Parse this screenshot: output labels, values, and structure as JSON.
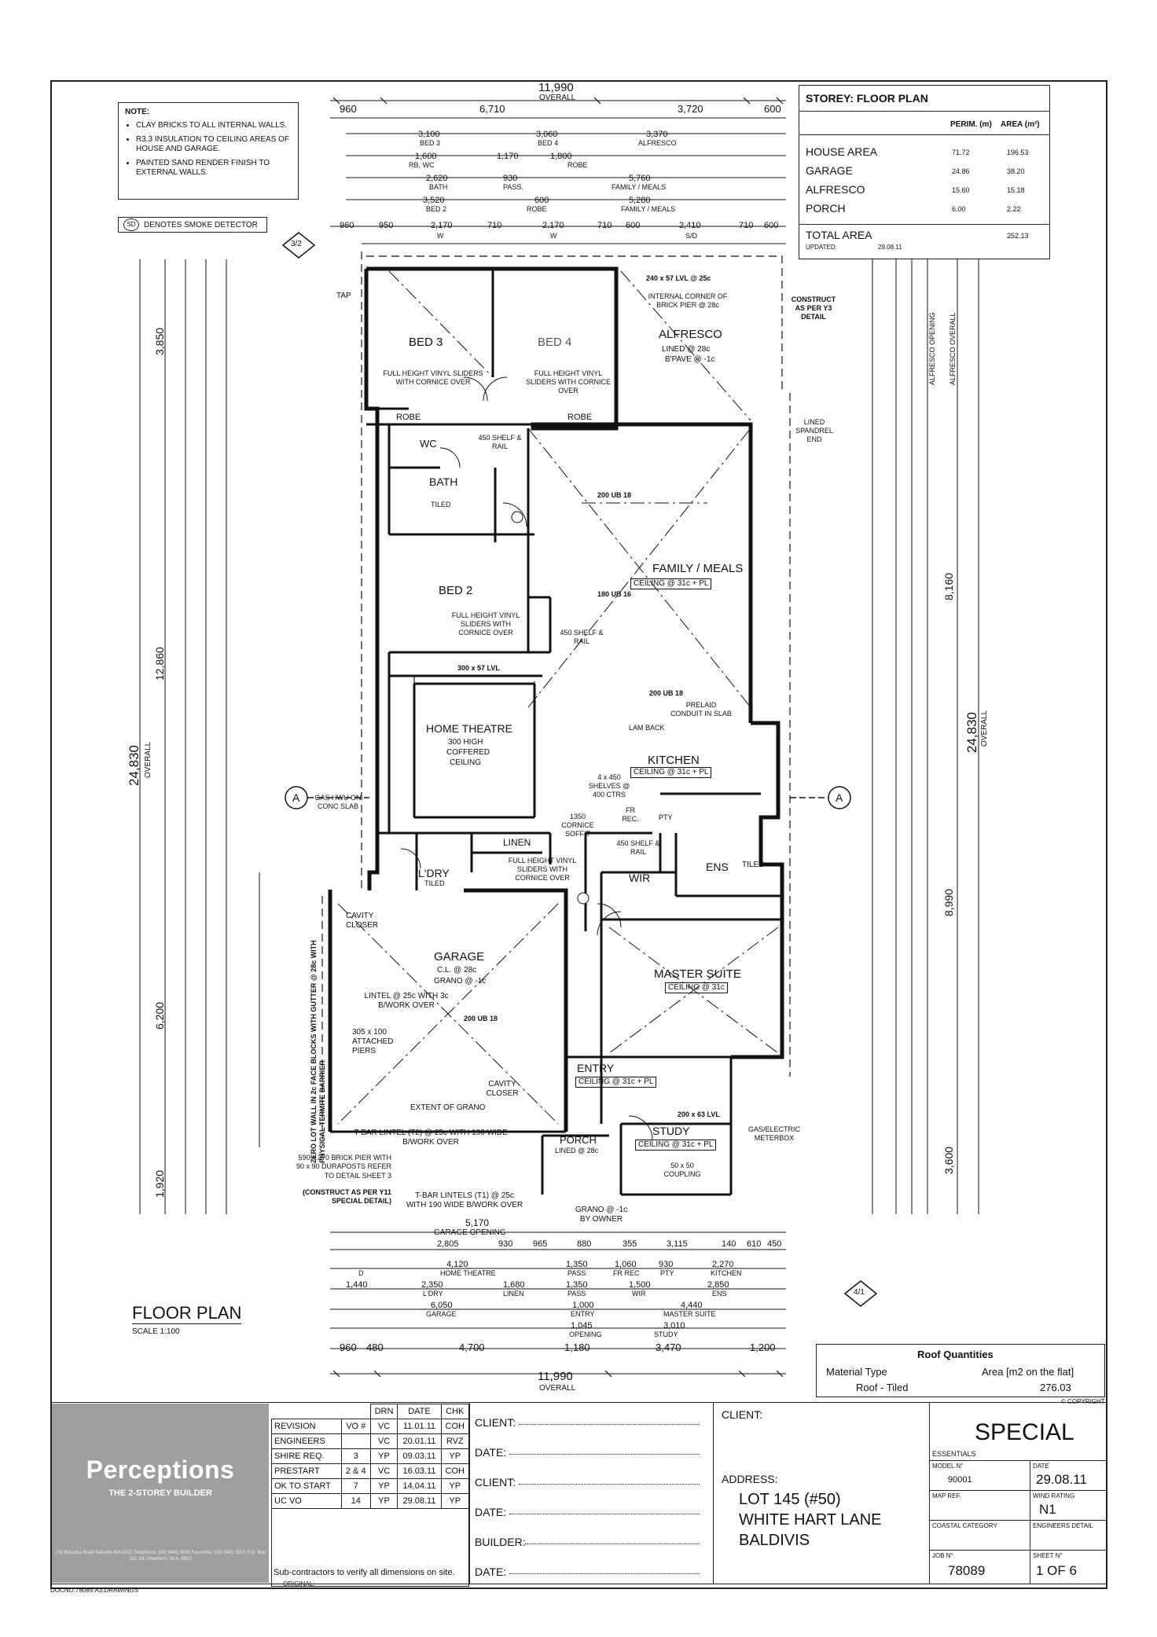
{
  "overall_top": {
    "label": "OVERALL",
    "value": "11,990"
  },
  "overall_bottom": {
    "label": "OVERALL",
    "value": "11,990"
  },
  "top_dims_row1": [
    "960",
    "6,710",
    "3,720",
    "600"
  ],
  "top_dims_rooms": [
    {
      "dim": "3,100",
      "name": "BED 3"
    },
    {
      "dim": "3,060",
      "name": "BED 4"
    },
    {
      "dim": "3,370",
      "name": "ALFRESCO"
    },
    {
      "dim": "1,600",
      "name": "RB, WC"
    },
    {
      "dim": "1,170",
      "name": ""
    },
    {
      "dim": "1,800",
      "name": "ROBE"
    },
    {
      "dim": "2,620",
      "name": "BATH"
    },
    {
      "dim": "930",
      "name": "PASS."
    },
    {
      "dim": "5,760",
      "name": "FAMILY / MEALS"
    },
    {
      "dim": "3,520",
      "name": "BED 2"
    },
    {
      "dim": "600",
      "name": "ROBE"
    },
    {
      "dim": "5,280",
      "name": "FAMILY / MEALS"
    },
    {
      "dim": "2,170",
      "name": "W"
    },
    {
      "dim": "2,170",
      "name": "W"
    },
    {
      "dim": "2,410",
      "name": "S/D"
    }
  ],
  "top_dims_last": [
    "960",
    "950",
    "710",
    "710",
    "600",
    "710",
    "600"
  ],
  "note": {
    "title": "NOTE:",
    "items": [
      "CLAY BRICKS TO ALL INTERNAL WALLS.",
      "R3.3 INSULATION TO CEILING AREAS OF HOUSE AND GARAGE.",
      "PAINTED SAND RENDER FINISH TO EXTERNAL WALLS."
    ]
  },
  "smoke_legend": {
    "symbol": "SD",
    "text": "DENOTES SMOKE DETECTOR"
  },
  "storey": {
    "title": "STOREY: FLOOR PLAN",
    "col_perim": "PERIM. (m)",
    "col_area": "AREA (m²)",
    "rows": [
      {
        "name": "HOUSE AREA",
        "perim": "71.72",
        "area": "196.53"
      },
      {
        "name": "GARAGE",
        "perim": "24.86",
        "area": "38.20"
      },
      {
        "name": "ALFRESCO",
        "perim": "15.60",
        "area": "15.18"
      },
      {
        "name": "PORCH",
        "perim": "6.00",
        "area": "2.22"
      }
    ],
    "total_label": "TOTAL AREA",
    "total_value": "252.13",
    "updated_label": "UPDATED:",
    "updated_value": "29.08.11"
  },
  "rooms": {
    "bed3": "BED 3",
    "bed4": "BED 4",
    "alfresco": "ALFRESCO",
    "alfresco_sub1": "LINED @ 28c",
    "alfresco_sub2": "B'PAVE @ -1c",
    "robe1": "ROBE",
    "robe2": "ROBE",
    "wc": "WC",
    "bath": "BATH",
    "bath_sub": "TILED",
    "bed2": "BED 2",
    "family": "FAMILY / MEALS",
    "family_ceiling": "CEILING @ 31c + PL",
    "home_theatre": "HOME THEATRE",
    "ht_sub1": "300 HIGH",
    "ht_sub2": "COFFERED",
    "ht_sub3": "CEILING",
    "kitchen": "KITCHEN",
    "kitchen_ceiling": "CEILING @ 31c + PL",
    "linen": "LINEN",
    "ldry": "L'DRY",
    "ldry_sub": "TILED",
    "wir": "WIR",
    "ens": "ENS",
    "ens_sub": "TILED",
    "garage": "GARAGE",
    "garage_sub1": "C.L. @ 28c",
    "garage_sub2": "GRANO @ -1c",
    "master": "MASTER SUITE",
    "master_ceiling": "CEILING @ 31c",
    "entry": "ENTRY",
    "entry_ceiling": "CEILING @ 31c + PL",
    "porch": "PORCH",
    "porch_sub": "LINED @ 28c",
    "study": "STUDY",
    "study_ceiling": "CEILING @ 31c + PL"
  },
  "annotations": {
    "sliders1": "FULL HEIGHT VINYL SLIDERS WITH CORNICE OVER",
    "sliders2": "FULL HEIGHT VINYL SLIDERS WITH CORNICE OVER",
    "sliders3": "FULL HEIGHT VINYL SLIDERS WITH CORNICE OVER",
    "sliders4": "FULL HEIGHT VINYL SLIDERS WITH CORNICE OVER",
    "lvl_top": "240 x 57 LVL @ 25c",
    "corner_pier": "INTERNAL CORNER OF BRICK PIER @ 28c",
    "construct_y3": "CONSTRUCT AS PER Y3 DETAIL",
    "ub1": "200 UB 18",
    "ub2": "180 UB 16",
    "ub3": "200 UB 18",
    "ub4": "200 UB 18",
    "lvl_300": "300 x 57 LVL",
    "shelf1": "450 SHELF & RAIL",
    "shelf2": "450 SHELF & RAIL",
    "shelf3": "450 SHELF & RAIL",
    "shelves": "4 x 450 SHELVES @ 400 CTRS",
    "lined_spandrel": "LINED SPANDREL END",
    "preload_conduit": "PRELAID CONDUIT IN SLAB",
    "lam_back": "LAM BACK",
    "gas_hw": "GAS HWU ON CONC SLAB",
    "tap": "TAP",
    "cornice_soffit": "1350 CORNICE SOFFIT",
    "cavity_closer": "CAVITY CLOSER",
    "lintel": "LINTEL @ 25c WITH 3c B/WORK OVER",
    "attached_piers": "305 x 100 ATTACHED PIERS",
    "extent_grano": "EXTENT OF GRANO",
    "tbar_lintel2": "T-BAR LINTEL (T2) @ 25c WITH 190 WIDE B/WORK OVER",
    "brick_pier": "590 x 270 BRICK PIER WITH 90 x 90 DURAPOSTS REFER TO DETAIL SHEET 3",
    "construct_y11": "(CONSTRUCT AS PER Y11 SPECIAL DETAIL)",
    "tbar_lintel1": "T-BAR LINTELS (T1) @ 25c WITH 190 WIDE B/WORK OVER",
    "grano_owner": "GRANO @ -1c BY OWNER",
    "lvl_200": "200 x 63 LVL",
    "coupling": "50 x 50 COUPLING",
    "gas_meter": "GAS/ELECTRIC METERBOX",
    "zero_lot": "ZERO LOT WALL IN 2c FACE BLOCKS WITH GUTTER @ 28c WITH PHYSICAL TERMITE BARRIER",
    "fr": "FR REC.",
    "pty": "PTY",
    "section_a": "A"
  },
  "left_dims": {
    "overall": "24,830",
    "overall_label": "OVERALL",
    "part1": "12,860",
    "part2": "3,850",
    "part3": "6,200",
    "part4": "1,920"
  },
  "right_dims": {
    "overall": "24,830",
    "overall_label": "OVERALL",
    "part1": "8,160",
    "part2": "8,990",
    "part3": "3,600",
    "alfresco_opening": "ALFRESCO OPENING",
    "alfresco_overall": "ALFRESCO OVERALL"
  },
  "bottom_dims": {
    "garage_opening": "GARAGE OPENING",
    "garage_opening_val": "5,170",
    "row2": [
      "2,805",
      "930",
      "965",
      "880",
      "355",
      "3,115",
      "140",
      "610",
      "450"
    ],
    "row3_rooms": [
      {
        "dim": "4,120",
        "name": "HOME THEATRE"
      },
      {
        "dim": "1,350",
        "name": "PASS"
      },
      {
        "dim": "1,060",
        "name": "FR REC"
      },
      {
        "dim": "930",
        "name": "PTY"
      },
      {
        "dim": "2,270",
        "name": "KITCHEN"
      }
    ],
    "row4_rooms": [
      {
        "dim": "1,440",
        "name": "D"
      },
      {
        "dim": "2,350",
        "name": "L'DRY"
      },
      {
        "dim": "1,680",
        "name": "LINEN"
      },
      {
        "dim": "1,350",
        "name": "PASS"
      },
      {
        "dim": "1,500",
        "name": "WIR"
      },
      {
        "dim": "2,850",
        "name": "ENS"
      }
    ],
    "row5_rooms": [
      {
        "dim": "6,050",
        "name": "GARAGE"
      },
      {
        "dim": "1,000",
        "name": "ENTRY"
      },
      {
        "dim": "4,440",
        "name": "MASTER SUITE"
      }
    ],
    "row6_rooms": [
      {
        "dim": "1,045",
        "name": "OPENING"
      },
      {
        "dim": "3,010",
        "name": "STUDY"
      }
    ],
    "row7": [
      "960",
      "480",
      "4,700",
      "1,180",
      "3,470",
      "1,200"
    ]
  },
  "floor_plan_title": "FLOOR PLAN",
  "scale": "SCALE 1:100",
  "roof_quantities": {
    "title": "Roof Quantities",
    "col1": "Material Type",
    "col2": "Area [m2 on the flat]",
    "row_name": "Roof - Tiled",
    "row_value": "276.03"
  },
  "copyright": "© COPYRIGHT",
  "brand": {
    "name": "Perceptions",
    "tagline": "THE 2-STOREY BUILDER",
    "address": "226 Balcatta Road Balcatta WA 6021 Telephone: (08) 9441 5000 Facsimile: (08) 9441 5501 P.O. Box 115, Mt. Hawthorn, W.A. 6915"
  },
  "revision_header": [
    "REVISION",
    "VO #",
    "DRN",
    "DATE",
    "CHK"
  ],
  "revisions": [
    {
      "name": "ENGINEERS",
      "vo": "",
      "drn": "VC",
      "date": "20.01.11",
      "chk": "RVZ"
    },
    {
      "name": "SHIRE REQ.",
      "vo": "3",
      "drn": "YP",
      "date": "09.03.11",
      "chk": "YP"
    },
    {
      "name": "PRESTART",
      "vo": "2 & 4",
      "drn": "VC",
      "date": "16.03.11",
      "chk": "COH"
    },
    {
      "name": "OK TO START",
      "vo": "7",
      "drn": "YP",
      "date": "14.04.11",
      "chk": "YP"
    },
    {
      "name": "UC VO",
      "vo": "14",
      "drn": "YP",
      "date": "29.08.11",
      "chk": "YP"
    }
  ],
  "first_revision": {
    "drn": "VC",
    "date": "11.01.11",
    "chk": "COH"
  },
  "sub_contractors": "Sub-contractors to verify all dimensions on site.",
  "original": "ORIGINAL:",
  "docno": "DOCNO.78089.A3.DRAWINGS",
  "sign_fields": [
    "CLIENT:",
    "DATE:",
    "CLIENT:",
    "DATE:",
    "BUILDER:",
    "DATE:"
  ],
  "client_label": "CLIENT:",
  "address_label": "ADDRESS:",
  "address_lines": [
    "LOT 145 (#50)",
    "WHITE HART LANE",
    "BALDIVIS"
  ],
  "special": "SPECIAL",
  "essentials": "ESSENTIALS",
  "model_ref_label": "MODEL N°",
  "model_ref": "90001",
  "date_label": "DATE",
  "date_value": "29.08.11",
  "map_ref_label": "MAP REF.",
  "wind_rating_label": "WIND RATING",
  "wind_rating": "N1",
  "coastal_label": "COASTAL CATEGORY",
  "engineers_detail_label": "ENGINEERS DETAIL",
  "job_label": "JOB N°",
  "job_value": "78089",
  "sheet_label": "SHEET N°",
  "sheet_value": "1 OF 6",
  "detail_ref_top": "3/2",
  "detail_ref_bottom": "4/1"
}
